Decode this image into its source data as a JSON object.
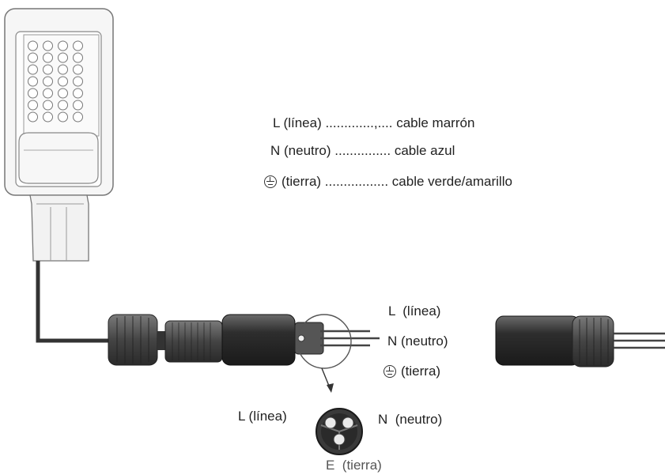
{
  "legend": {
    "line_label": "L (línea) .............,.... cable marrón",
    "neutral_label": "N (neutro) ............... cable azul",
    "earth_label": "(tierra) ................. cable verde/amarillo"
  },
  "connector_wires": {
    "line": "L  (línea)",
    "neutral": "N (neutro)",
    "earth": "(tierra)"
  },
  "socket_pins": {
    "line": "L (línea)",
    "neutral": "N  (neutro)",
    "earth": "E  (tierra)"
  },
  "icons": [
    "street-lamp-icon",
    "connector-icon",
    "earth-ground-icon",
    "socket-face-icon"
  ]
}
